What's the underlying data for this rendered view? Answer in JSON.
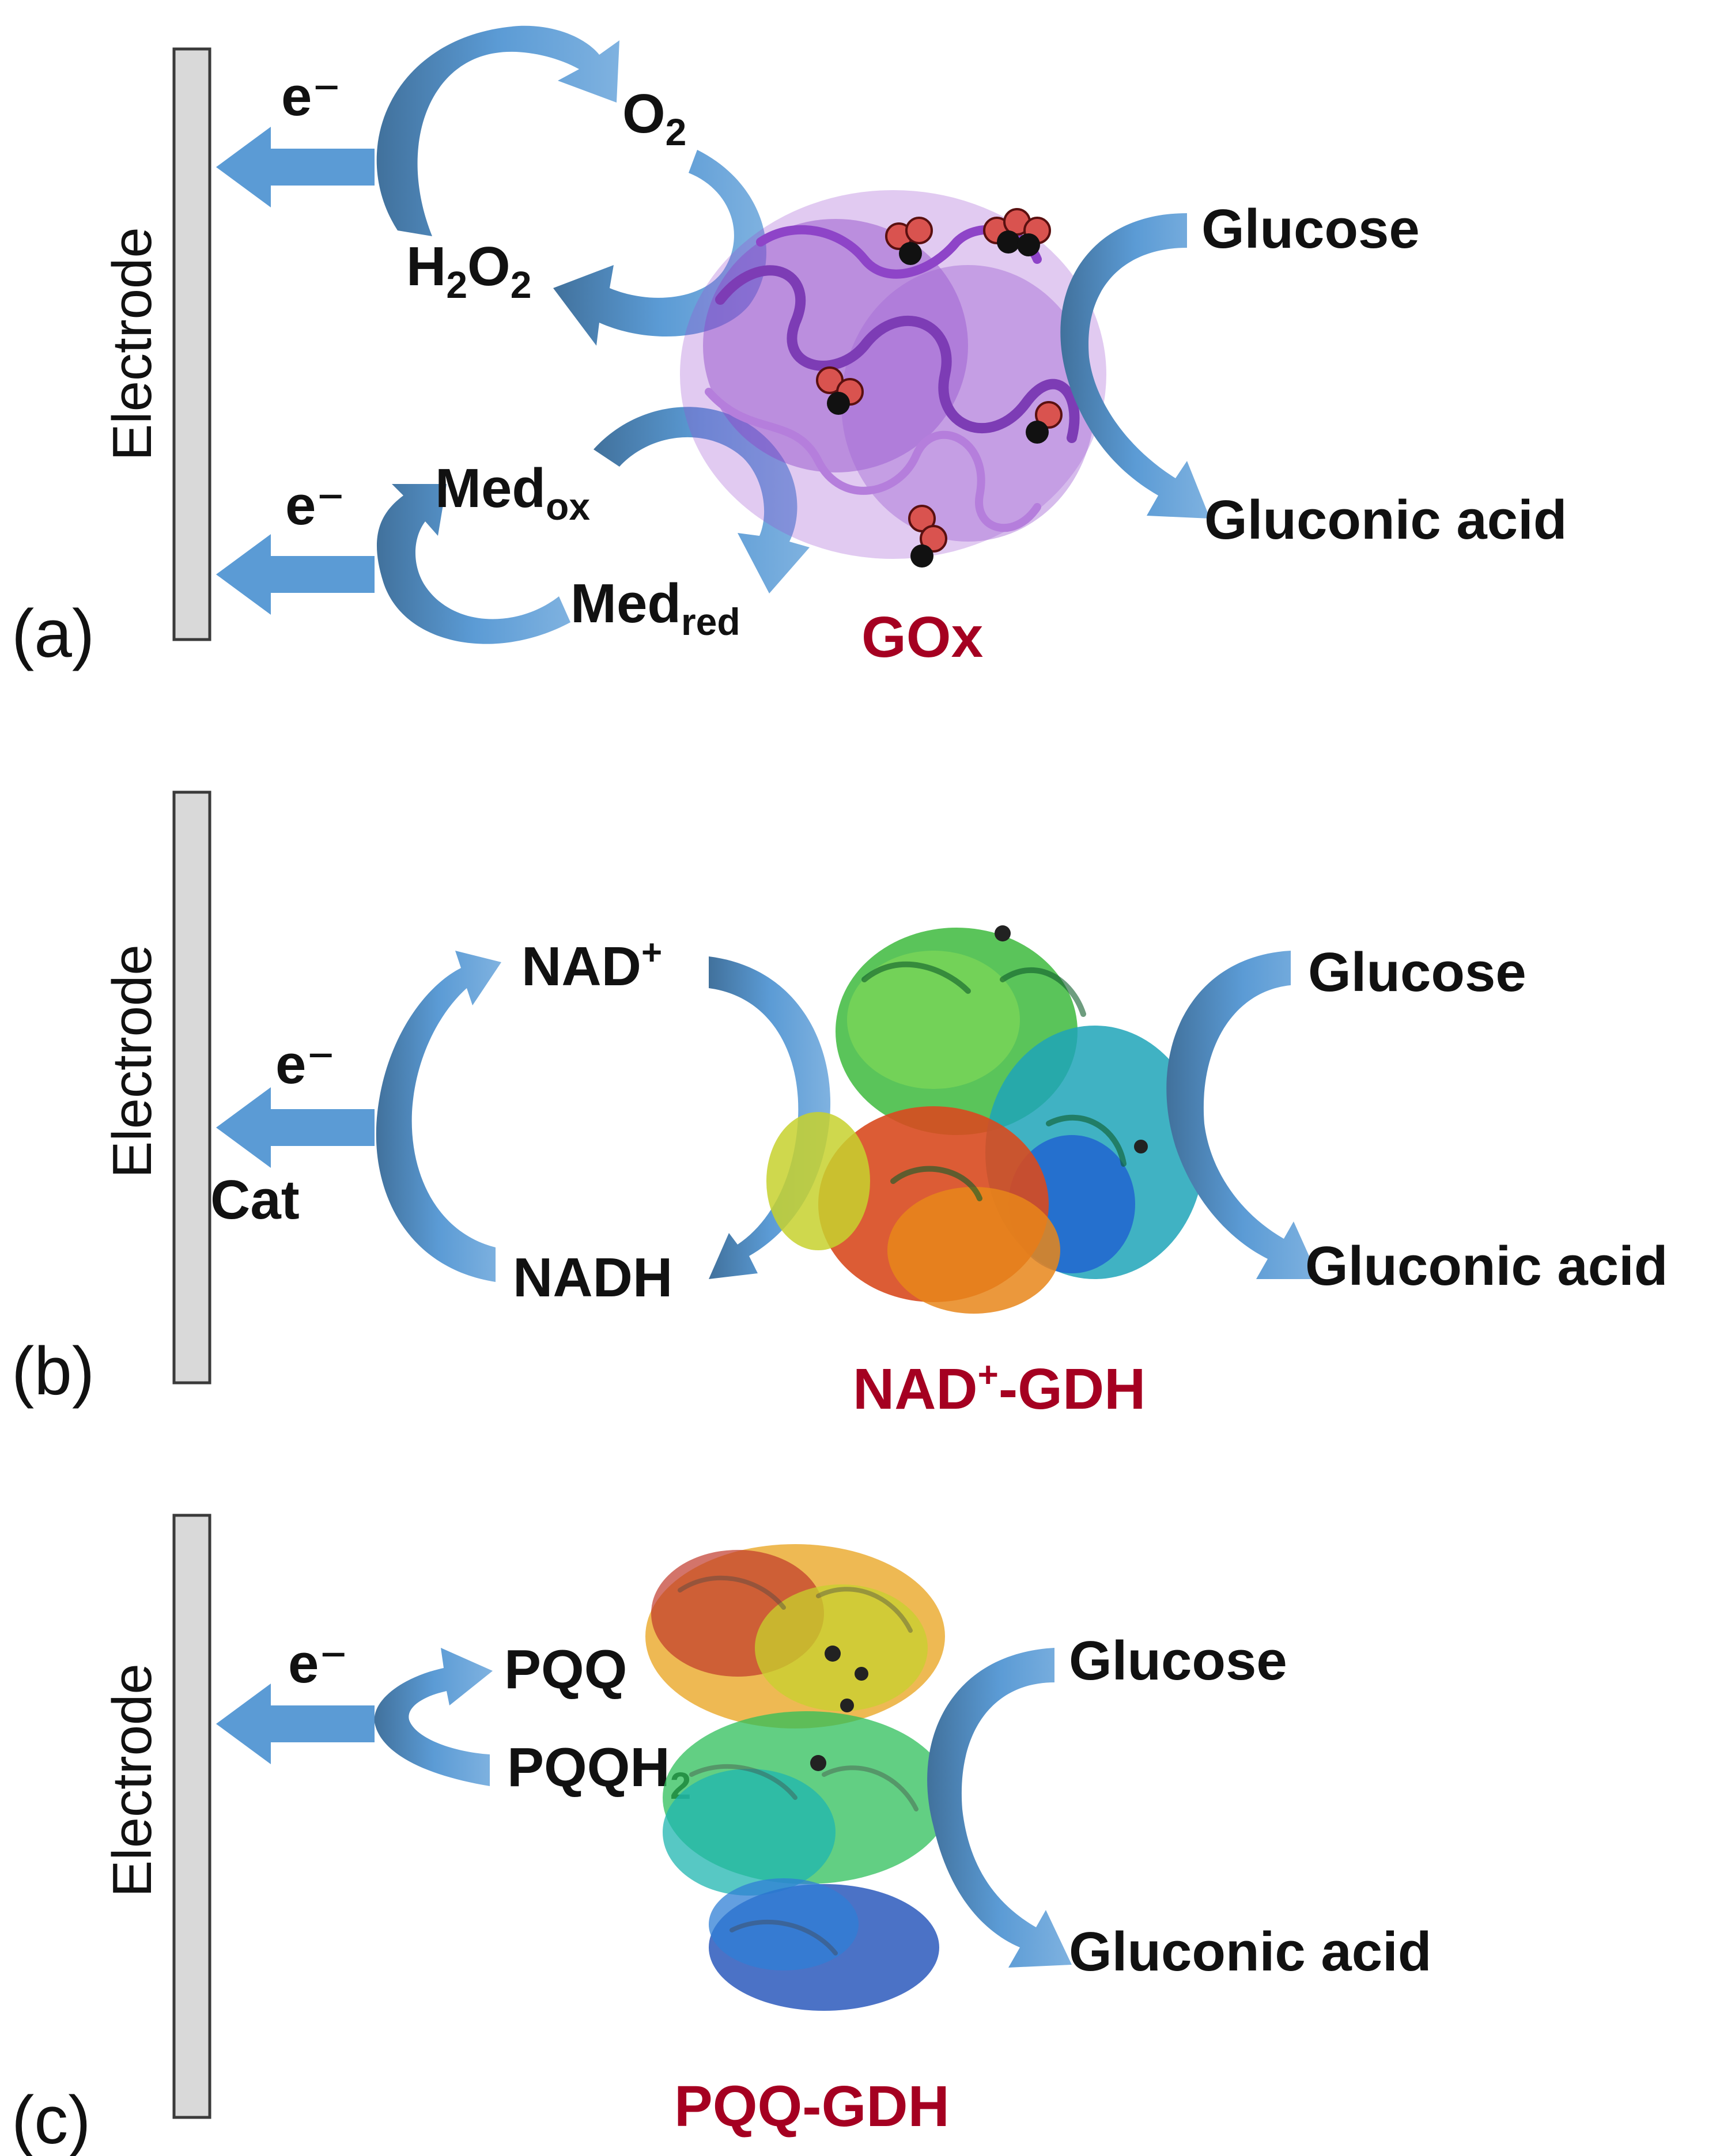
{
  "colors": {
    "arrow": "#5B9BD5",
    "arrow_dark": "#41719C",
    "electrode_fill": "#D9D9D9",
    "electrode_stroke": "#3A3A3A",
    "enzyme_label": "#A50021",
    "gox_protein": "#9B4FCF",
    "cofactor_red": "#D9534F"
  },
  "panel_a": {
    "panel_label": "(a)",
    "electrode_label": "Electrode",
    "electron_top": "e⁻",
    "electron_bottom": "e⁻",
    "o2": {
      "base": "O",
      "sub": "2"
    },
    "h2o2": {
      "p1": "H",
      "s1": "2",
      "p2": "O",
      "s2": "2"
    },
    "med_ox": {
      "base": "Med",
      "sub": "ox"
    },
    "med_red": {
      "base": "Med",
      "sub": "red"
    },
    "glucose": "Glucose",
    "gluconic_acid": "Gluconic acid",
    "enzyme": "GOx",
    "icons": {
      "protein": "gox-protein-structure-icon"
    }
  },
  "panel_b": {
    "panel_label": "(b)",
    "electrode_label": "Electrode",
    "electron": "e⁻",
    "catalyst": "Cat",
    "nad_plus": {
      "base": "NAD",
      "sup": "+"
    },
    "nadh": "NADH",
    "glucose": "Glucose",
    "gluconic_acid": "Gluconic acid",
    "enzyme": {
      "p1": "NAD",
      "sup": "+",
      "p2": "-GDH"
    },
    "icons": {
      "protein": "nad-gdh-protein-structure-icon"
    }
  },
  "panel_c": {
    "panel_label": "(c)",
    "electrode_label": "Electrode",
    "electron": "e⁻",
    "pqq": "PQQ",
    "pqqh2": {
      "base": "PQQH",
      "sub": "2"
    },
    "glucose": "Glucose",
    "gluconic_acid": "Gluconic acid",
    "enzyme": "PQQ-GDH",
    "icons": {
      "protein": "pqq-gdh-protein-structure-icon"
    }
  }
}
